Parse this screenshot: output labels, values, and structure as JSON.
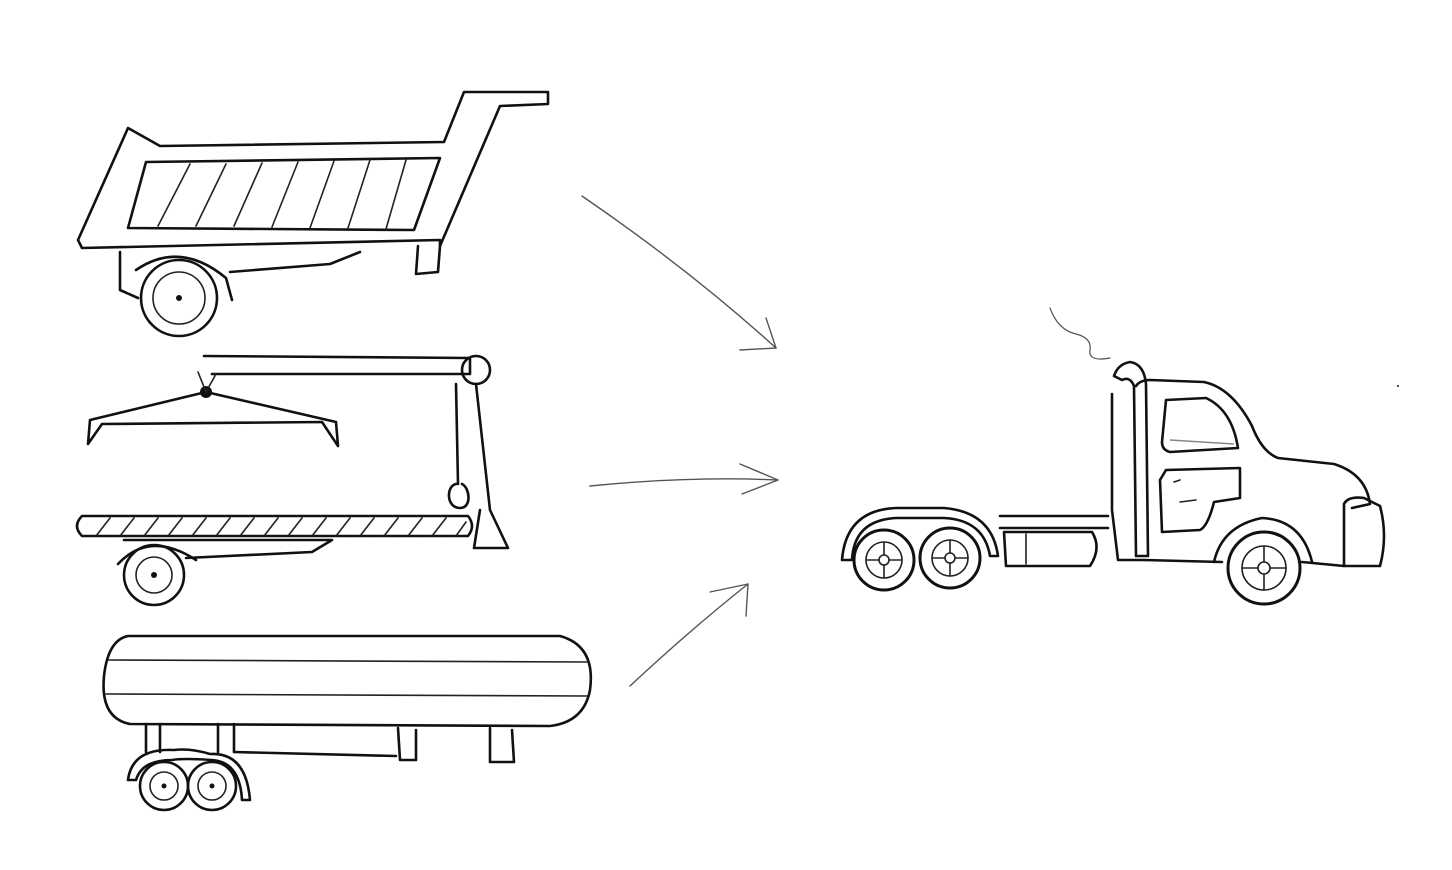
{
  "diagram": {
    "sources": [
      {
        "id": "dump-trailer",
        "icon": "dump-trailer-icon"
      },
      {
        "id": "crane-flatbed-trailer",
        "icon": "crane-trailer-icon"
      },
      {
        "id": "tanker-trailer",
        "icon": "tanker-trailer-icon"
      }
    ],
    "target": {
      "id": "semi-truck-tractor",
      "icon": "truck-tractor-icon"
    },
    "connectors": [
      {
        "from": "dump-trailer",
        "to": "semi-truck-tractor"
      },
      {
        "from": "crane-flatbed-trailer",
        "to": "semi-truck-tractor"
      },
      {
        "from": "tanker-trailer",
        "to": "semi-truck-tractor"
      }
    ],
    "colors": {
      "background": "#ffffff",
      "ink": "#111111",
      "arrow": "#555555"
    }
  }
}
